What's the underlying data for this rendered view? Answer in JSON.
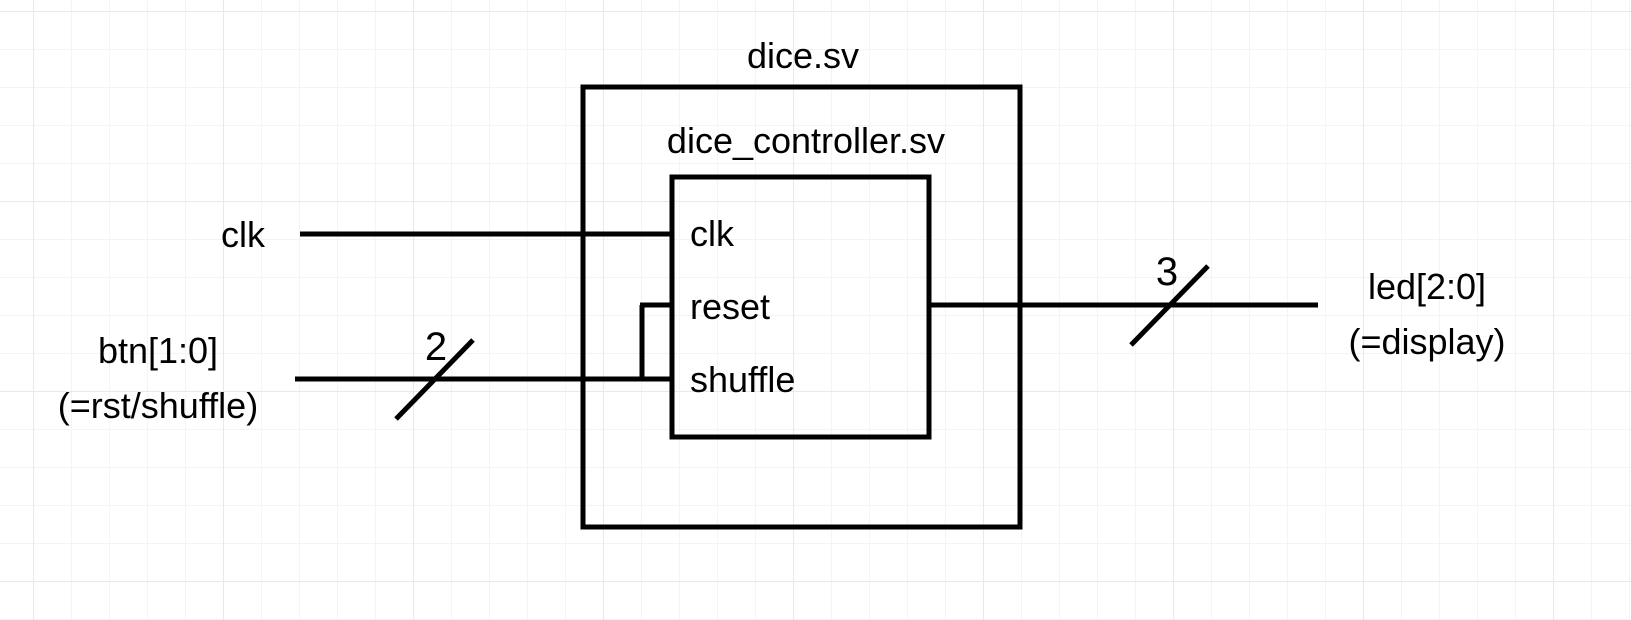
{
  "diagram": {
    "type": "hardware-block-diagram",
    "background": "graph-paper-grid",
    "line_color": "#000000",
    "background_color": "#ffffff",
    "grid_color": "#e9e9e9",
    "outer_module": {
      "label": "dice.sv",
      "label_position": "above-box-center"
    },
    "inner_group": {
      "label": "dice_controller.sv",
      "label_position": "above-inner-box-center"
    },
    "inner_ports": [
      {
        "name": "clk"
      },
      {
        "name": "reset"
      },
      {
        "name": "shuffle"
      }
    ],
    "inputs": [
      {
        "label": "clk",
        "sublabel": "",
        "width_label": "",
        "has_bus_slash": false
      },
      {
        "label": "btn[1:0]",
        "sublabel": "(=rst/shuffle)",
        "width_label": "2",
        "has_bus_slash": true
      }
    ],
    "outputs": [
      {
        "label": "led[2:0]",
        "sublabel": "(=display)",
        "width_label": "3",
        "has_bus_slash": true
      }
    ]
  }
}
